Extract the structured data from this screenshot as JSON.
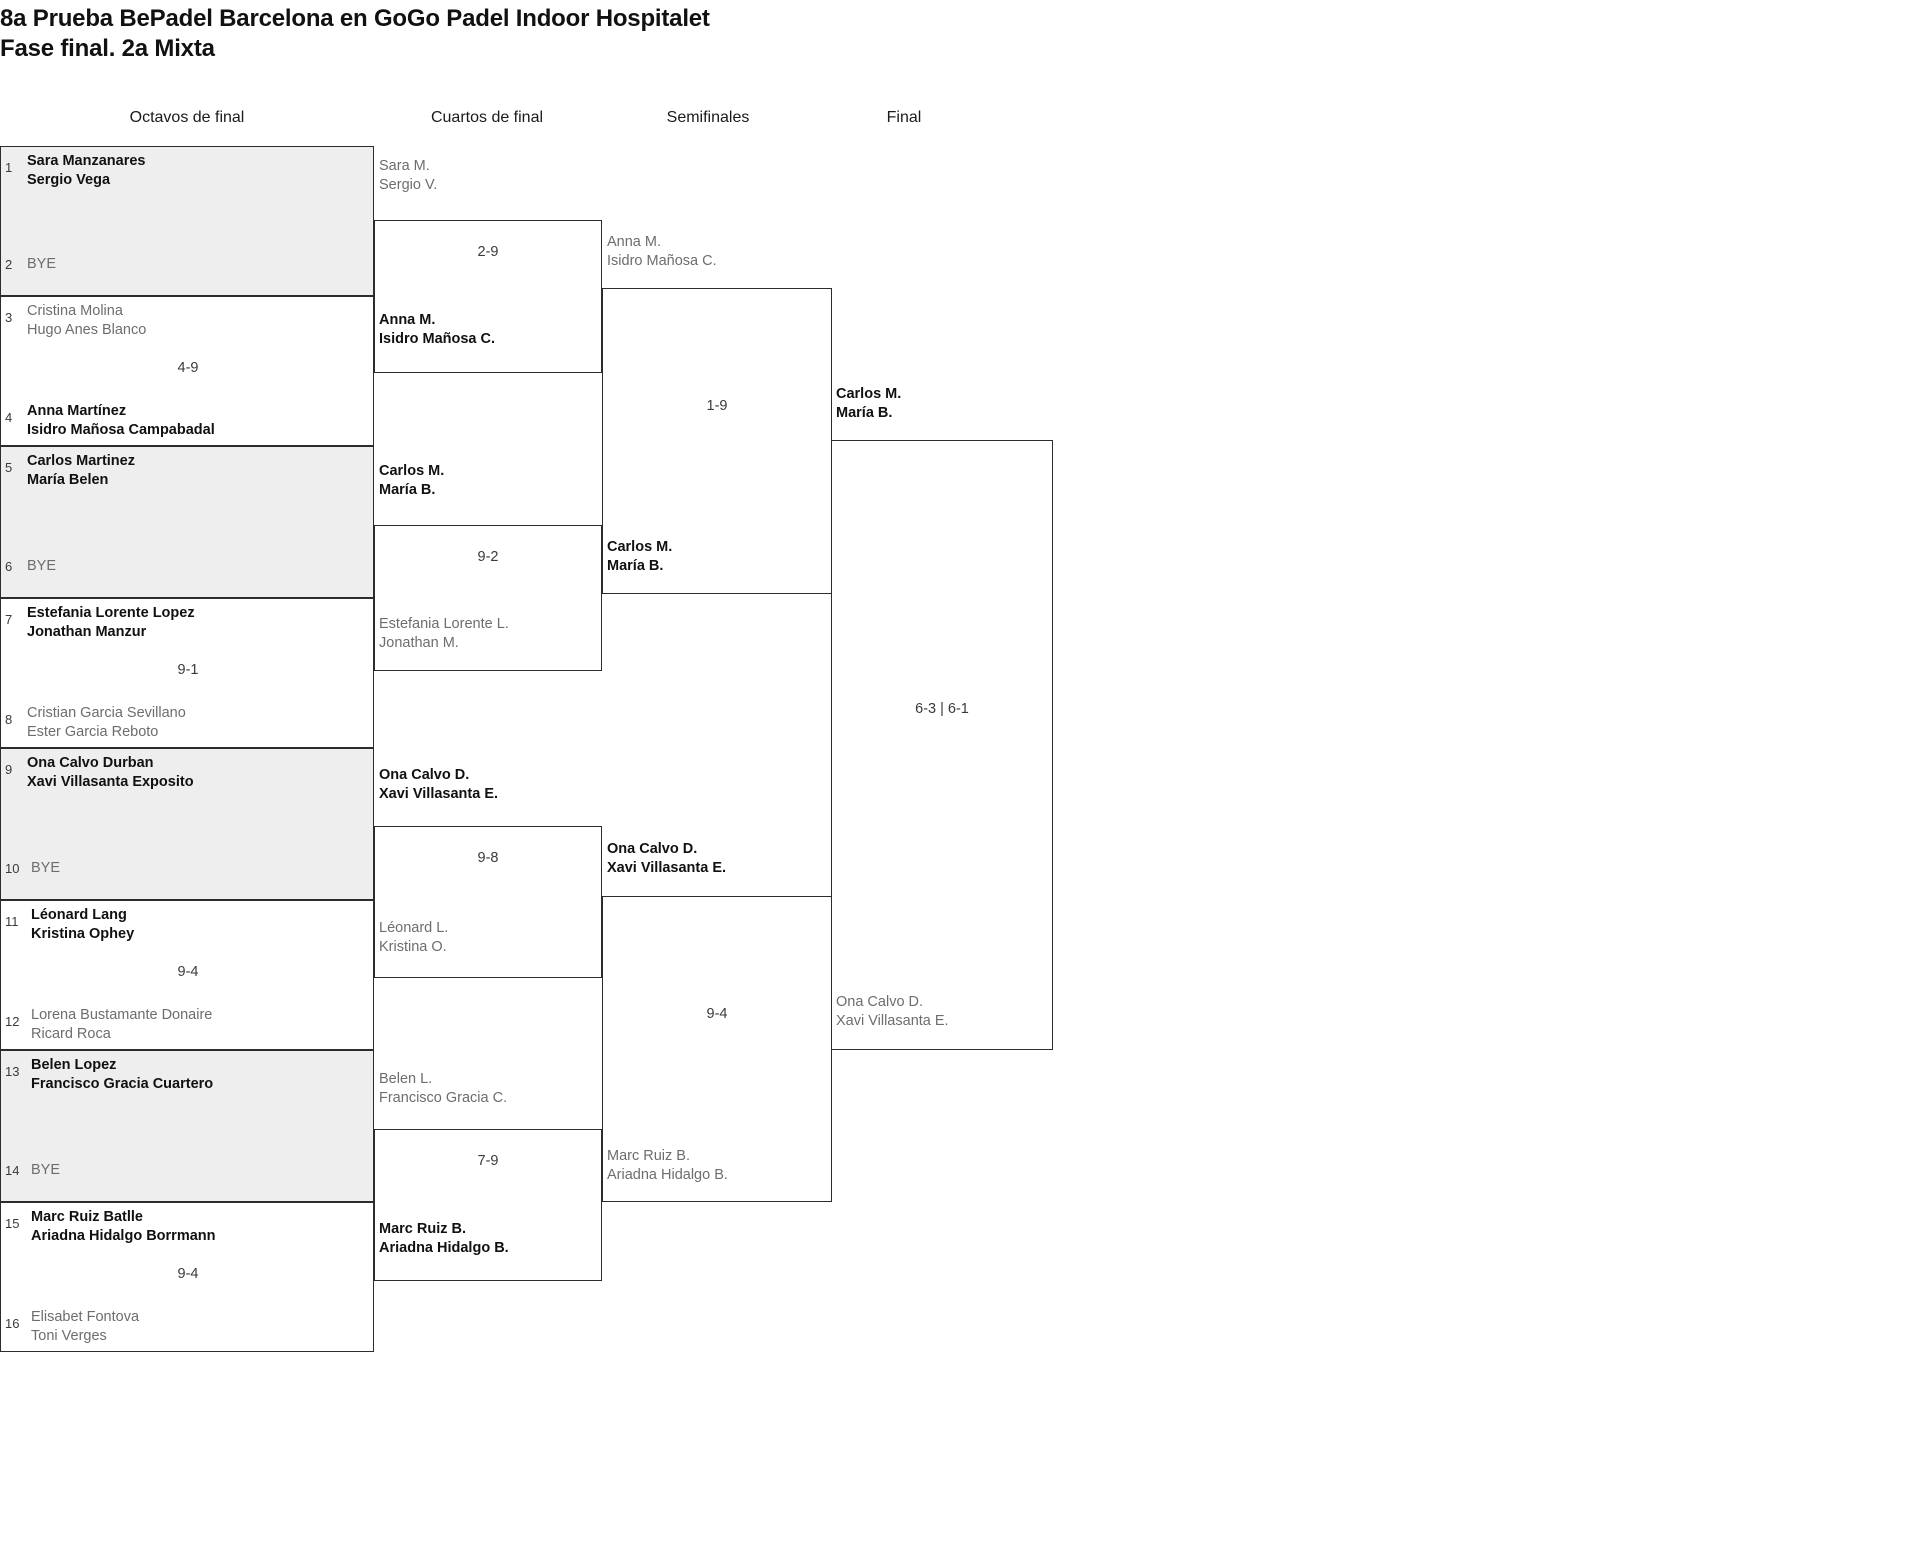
{
  "header": {
    "title_line1": "8a Prueba BePadel Barcelona en GoGo Padel Indoor Hospitalet",
    "title_line2": "Fase final. 2a Mixta"
  },
  "rounds": [
    {
      "key": "r16",
      "label": "Octavos de final"
    },
    {
      "key": "qf",
      "label": "Cuartos de final"
    },
    {
      "key": "sf",
      "label": "Semifinales"
    },
    {
      "key": "final",
      "label": "Final"
    }
  ],
  "labels": {
    "bye": "BYE"
  },
  "round_of_16": {
    "entries": [
      {
        "seed": "1",
        "p1": "Sara Manzanares",
        "p2": "Sergio Vega",
        "result": "win"
      },
      {
        "seed": "2",
        "p1": "BYE",
        "p2": "",
        "result": "bye"
      },
      {
        "seed": "3",
        "p1": "Cristina Molina",
        "p2": "Hugo Anes Blanco",
        "result": "lose"
      },
      {
        "seed": "4",
        "p1": "Anna Martínez",
        "p2": "Isidro Mañosa Campabadal",
        "result": "win"
      },
      {
        "seed": "5",
        "p1": "Carlos Martinez",
        "p2": "María Belen",
        "result": "win"
      },
      {
        "seed": "6",
        "p1": "BYE",
        "p2": "",
        "result": "bye"
      },
      {
        "seed": "7",
        "p1": "Estefania Lorente Lopez",
        "p2": "Jonathan Manzur",
        "result": "win"
      },
      {
        "seed": "8",
        "p1": "Cristian Garcia Sevillano",
        "p2": "Ester Garcia Reboto",
        "result": "lose"
      },
      {
        "seed": "9",
        "p1": "Ona Calvo Durban",
        "p2": "Xavi Villasanta Exposito",
        "result": "win"
      },
      {
        "seed": "10",
        "p1": "BYE",
        "p2": "",
        "result": "bye"
      },
      {
        "seed": "11",
        "p1": "Léonard Lang",
        "p2": "Kristina Ophey",
        "result": "win"
      },
      {
        "seed": "12",
        "p1": "Lorena Bustamante Donaire",
        "p2": "Ricard Roca",
        "result": "lose"
      },
      {
        "seed": "13",
        "p1": "Belen Lopez",
        "p2": "Francisco Gracia Cuartero",
        "result": "win"
      },
      {
        "seed": "14",
        "p1": "BYE",
        "p2": "",
        "result": "bye"
      },
      {
        "seed": "15",
        "p1": "Marc Ruiz Batlle",
        "p2": "Ariadna Hidalgo Borrmann",
        "result": "win"
      },
      {
        "seed": "16",
        "p1": "Elisabet Fontova",
        "p2": "Toni Verges",
        "result": "lose"
      }
    ],
    "scores": [
      "",
      "4-9",
      "",
      "9-1",
      "",
      "9-4",
      "",
      "9-4"
    ]
  },
  "quarterfinals": {
    "entries": [
      {
        "p1": "Sara M.",
        "p2": "Sergio V.",
        "result": "lose"
      },
      {
        "p1": "Anna M.",
        "p2": "Isidro Mañosa C.",
        "result": "win"
      },
      {
        "p1": "Carlos M.",
        "p2": "María B.",
        "result": "win"
      },
      {
        "p1": "Estefania Lorente L.",
        "p2": "Jonathan M.",
        "result": "lose"
      },
      {
        "p1": "Ona Calvo D.",
        "p2": "Xavi Villasanta E.",
        "result": "win"
      },
      {
        "p1": "Léonard L.",
        "p2": "Kristina O.",
        "result": "lose"
      },
      {
        "p1": "Belen L.",
        "p2": "Francisco Gracia C.",
        "result": "lose"
      },
      {
        "p1": "Marc Ruiz B.",
        "p2": "Ariadna Hidalgo B.",
        "result": "win"
      }
    ],
    "scores": [
      "2-9",
      "9-2",
      "9-8",
      "7-9"
    ]
  },
  "semifinals": {
    "entries": [
      {
        "p1": "Anna M.",
        "p2": "Isidro Mañosa C.",
        "result": "lose"
      },
      {
        "p1": "Carlos M.",
        "p2": "María B.",
        "result": "win"
      },
      {
        "p1": "Ona Calvo D.",
        "p2": "Xavi Villasanta E.",
        "result": "win"
      },
      {
        "p1": "Marc Ruiz B.",
        "p2": "Ariadna Hidalgo B.",
        "result": "lose"
      }
    ],
    "scores": [
      "1-9",
      "9-4"
    ]
  },
  "final": {
    "entries": [
      {
        "p1": "Carlos M.",
        "p2": "María B.",
        "result": "win"
      },
      {
        "p1": "Ona Calvo D.",
        "p2": "Xavi Villasanta E.",
        "result": "lose"
      }
    ],
    "scores": [
      "6-3 | 6-1"
    ]
  },
  "colors": {
    "line": "#2c2c2c",
    "shaded_row": "#eeeeee",
    "winner_text": "#111111",
    "loser_text": "#6d6d6d",
    "page_background": "#ffffff"
  }
}
